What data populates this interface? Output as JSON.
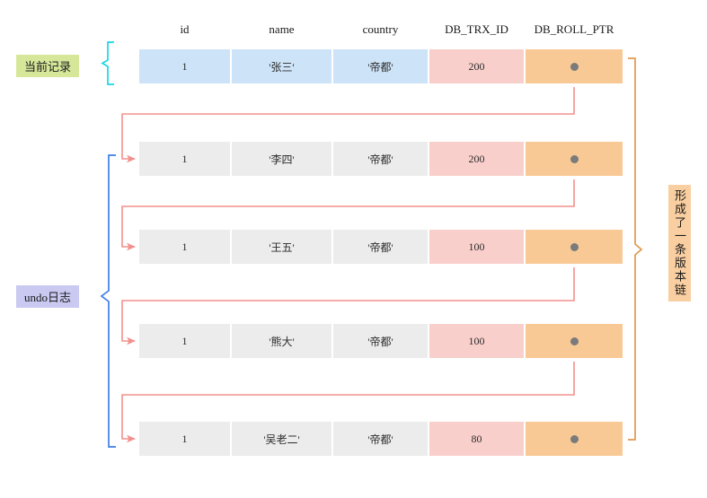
{
  "table": {
    "columns": [
      {
        "key": "id",
        "label": "id"
      },
      {
        "key": "name",
        "label": "name"
      },
      {
        "key": "country",
        "label": "country"
      },
      {
        "key": "trx",
        "label": "DB_TRX_ID"
      },
      {
        "key": "ptr",
        "label": "DB_ROLL_PTR"
      }
    ],
    "rows": [
      {
        "id": "1",
        "name": "'张三'",
        "country": "'帝都'",
        "trx": "200",
        "ptr": "roll-pointer-dot",
        "kind": "current"
      },
      {
        "id": "1",
        "name": "'李四'",
        "country": "'帝都'",
        "trx": "200",
        "ptr": "roll-pointer-dot",
        "kind": "undo"
      },
      {
        "id": "1",
        "name": "'王五'",
        "country": "'帝都'",
        "trx": "100",
        "ptr": "roll-pointer-dot",
        "kind": "undo"
      },
      {
        "id": "1",
        "name": "'熊大'",
        "country": "'帝都'",
        "trx": "100",
        "ptr": "roll-pointer-dot",
        "kind": "undo"
      },
      {
        "id": "1",
        "name": "'吴老二'",
        "country": "'帝都'",
        "trx": "80",
        "ptr": "roll-pointer-dot",
        "kind": "undo"
      }
    ]
  },
  "annotations": {
    "current_record": "当前记录",
    "undo_log": "undo日志",
    "version_chain": "形成了一条版本链"
  },
  "colors": {
    "current_row": "#cde3f7",
    "undo_row": "#ececec",
    "trx_cell": "#f8cfcb",
    "ptr_cell": "#f9c995",
    "ptr_dot": "#7b7b7b",
    "arrow": "#f4908c",
    "brace_current": "#18d7e4",
    "brace_undo": "#3d7ee8",
    "brace_chain": "#e09a50",
    "tag_current_bg": "#d6e79a",
    "tag_undo_bg": "#c9c9f2",
    "tag_chain_bg": "#f9cea0"
  }
}
